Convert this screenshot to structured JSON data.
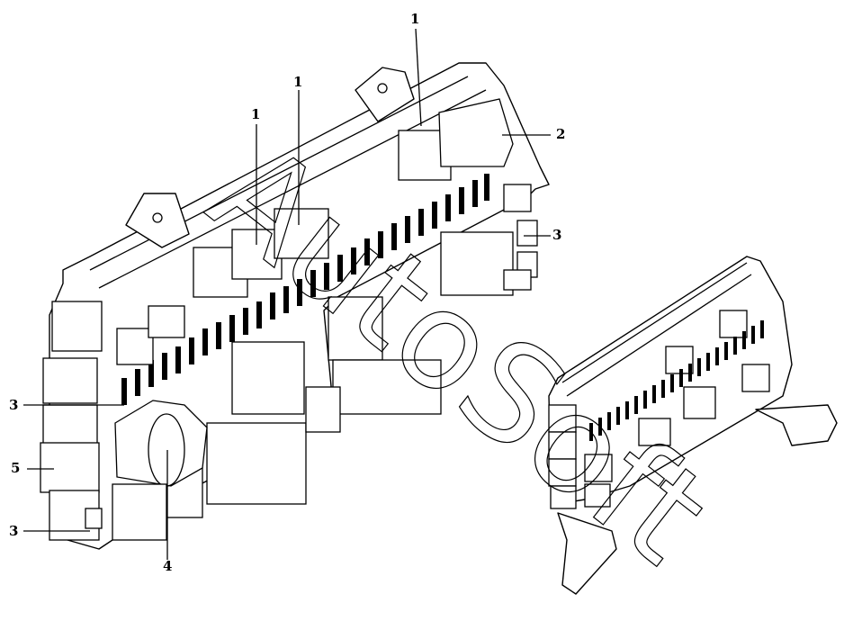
{
  "diagram": {
    "callouts": [
      {
        "id": "c1a",
        "text": "1"
      },
      {
        "id": "c1b",
        "text": "1"
      },
      {
        "id": "c1c",
        "text": "1"
      },
      {
        "id": "c2",
        "text": "2"
      },
      {
        "id": "c3a",
        "text": "3"
      },
      {
        "id": "c3b",
        "text": "3"
      },
      {
        "id": "c3c",
        "text": "3"
      },
      {
        "id": "c4",
        "text": "4"
      },
      {
        "id": "c5",
        "text": "5"
      }
    ],
    "watermark": {
      "text": "AutoSoft"
    }
  }
}
